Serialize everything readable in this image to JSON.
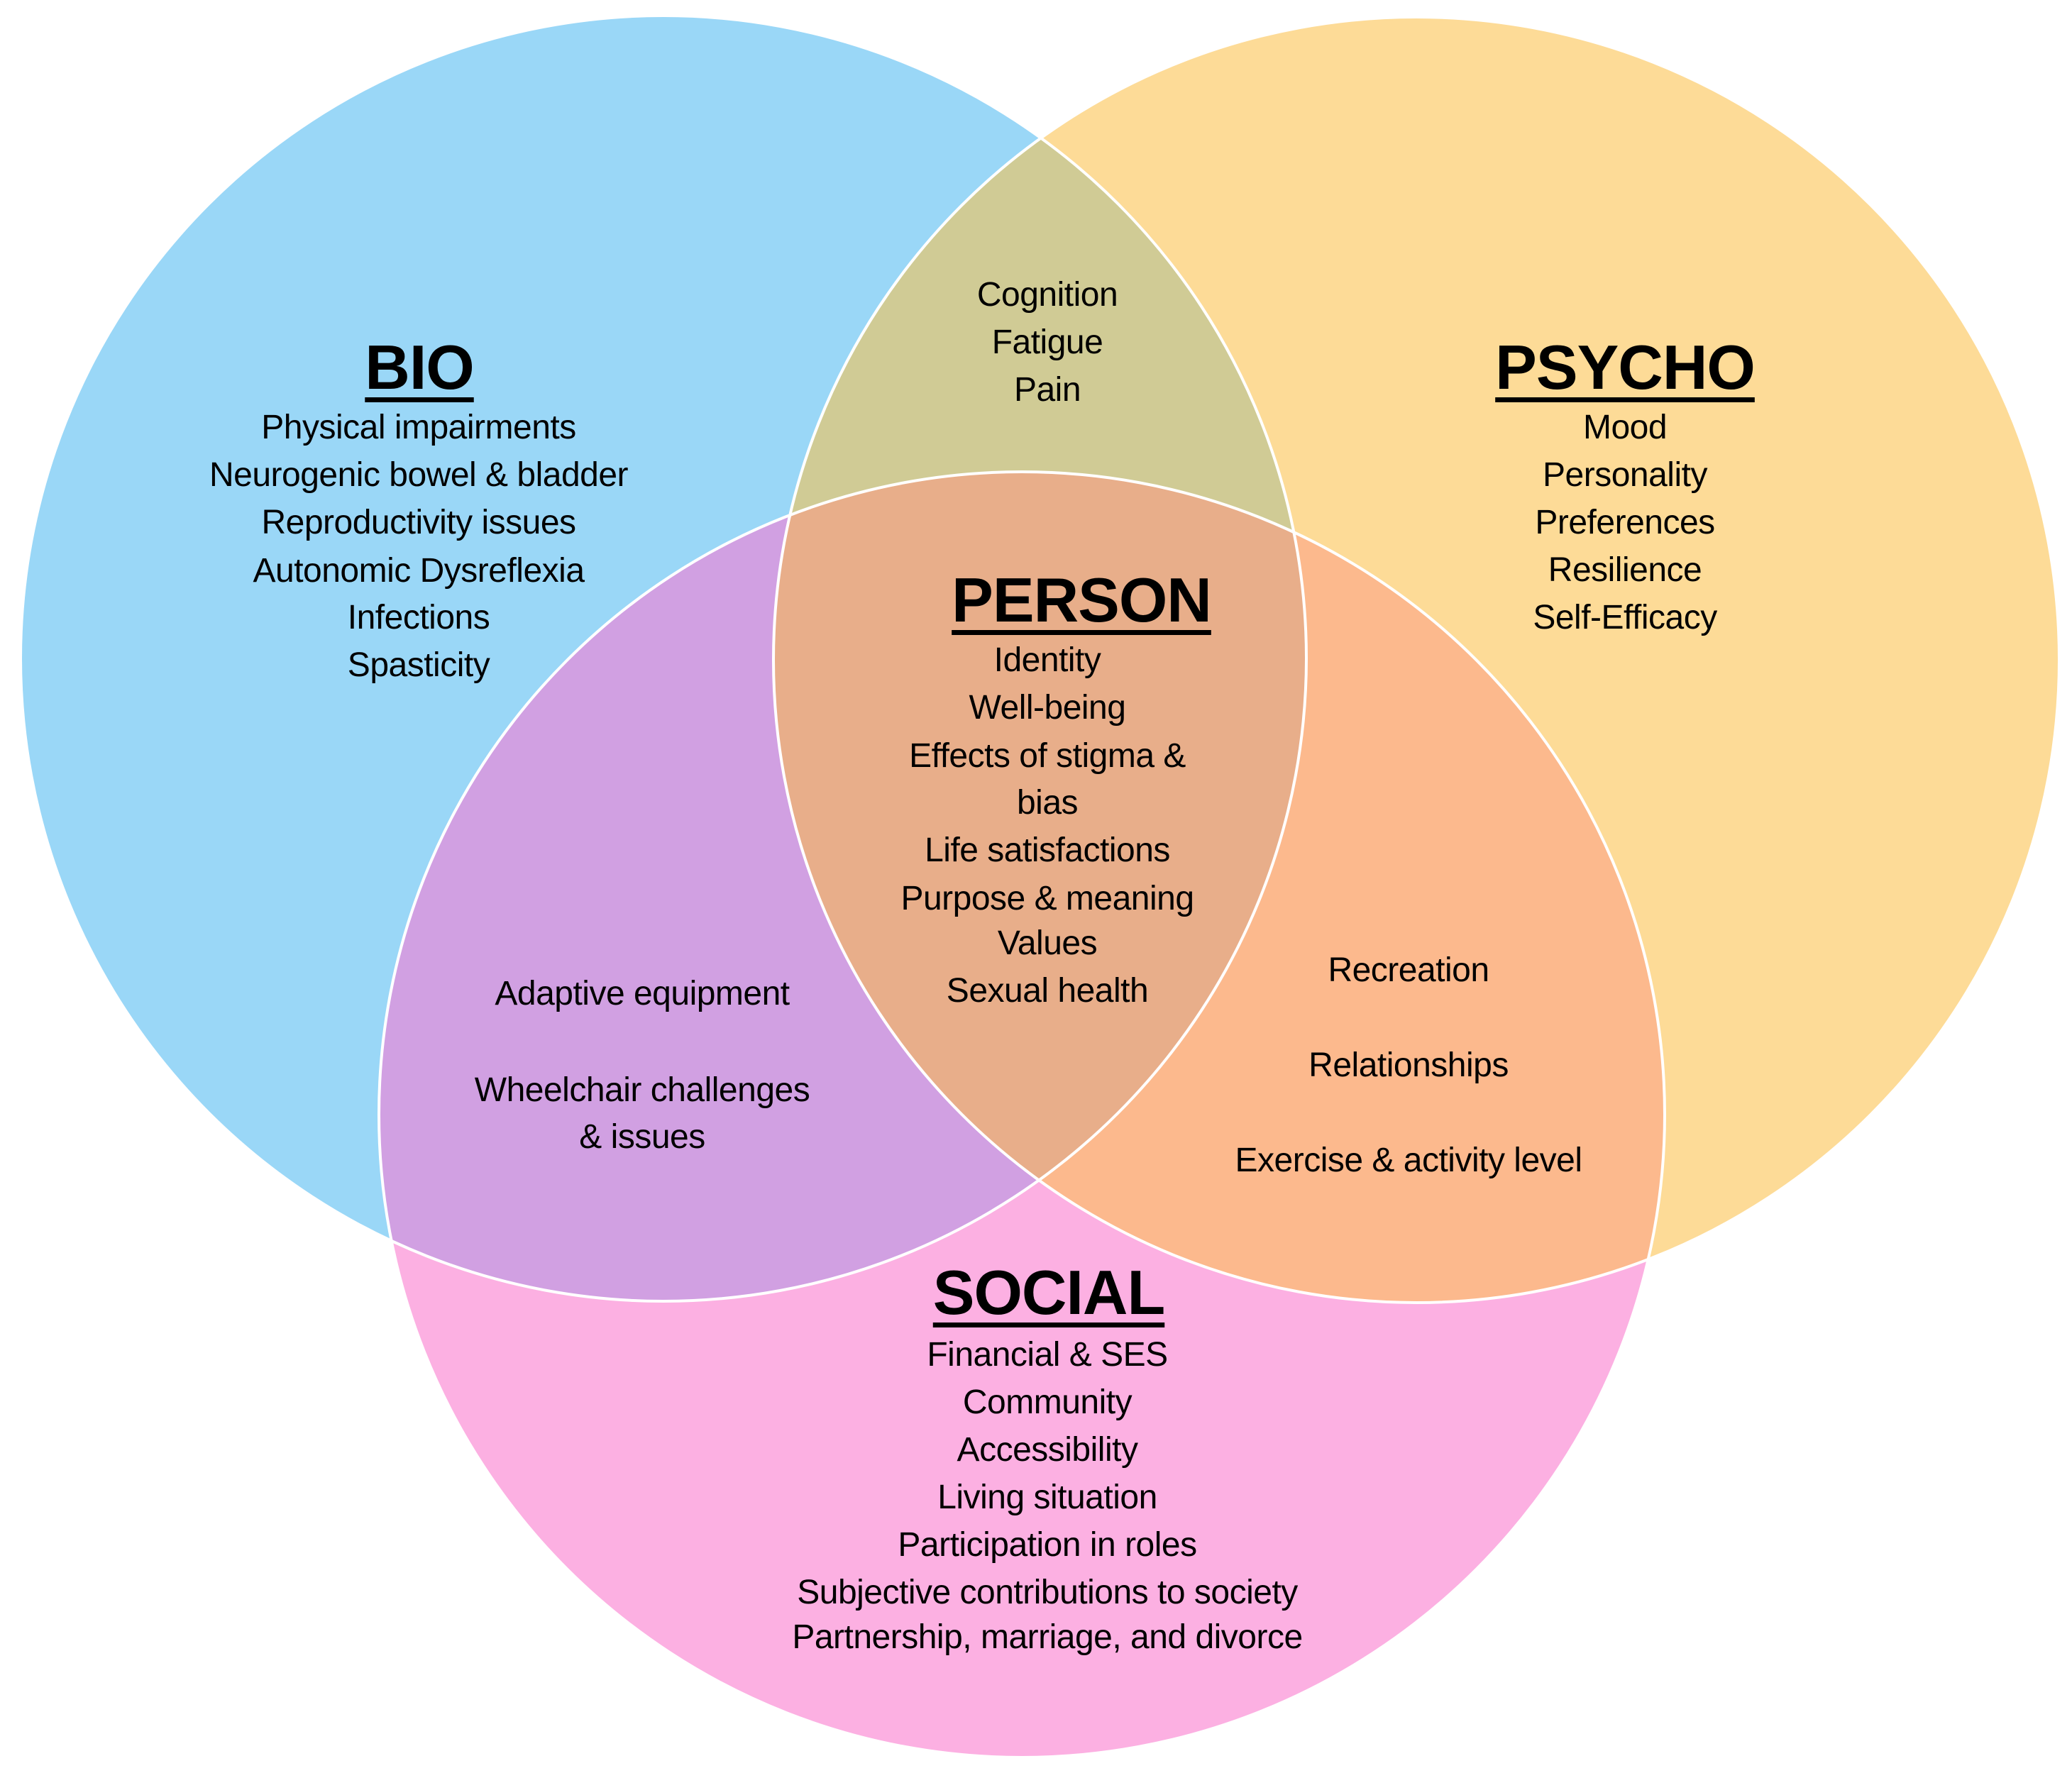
{
  "diagram": {
    "type": "venn",
    "sets": [
      {
        "id": "bio",
        "title": "BIO",
        "color": "#9AD7F7",
        "items": [
          "Physical impairments",
          "Neurogenic bowel & bladder",
          "Reproductivity issues",
          "Autonomic Dysreflexia",
          "Infections",
          "Spasticity"
        ]
      },
      {
        "id": "psycho",
        "title": "PSYCHO",
        "color": "#FDDB97",
        "items": [
          "Mood",
          "Personality",
          "Preferences",
          "Resilience",
          "Self-Efficacy"
        ]
      },
      {
        "id": "social",
        "title": "SOCIAL",
        "color": "#FCB0E2",
        "items": [
          "Financial & SES",
          "Community",
          "Accessibility",
          "Living situation",
          "Participation in roles",
          "Subjective contributions to society",
          "Partnership, marriage, and divorce"
        ]
      }
    ],
    "overlaps": {
      "bio_psycho": {
        "color": "#D0CB95",
        "items": [
          "Cognition",
          "Fatigue",
          "Pain"
        ]
      },
      "bio_social": {
        "color": "#D1A0E2",
        "items": [
          "Adaptive equipment",
          "Wheelchair challenges",
          "& issues"
        ]
      },
      "psycho_social": {
        "color": "#FCB98D",
        "items": [
          "Recreation",
          "Relationships",
          "Exercise & activity level"
        ]
      },
      "center": {
        "title": "PERSON",
        "color": "#E8AE8A",
        "items": [
          "Identity",
          "Well-being",
          "Effects of stigma &",
          "bias",
          "Life satisfactions",
          "Purpose & meaning",
          "Values",
          "Sexual health"
        ]
      }
    },
    "outline_color": "#FFFFFF"
  }
}
